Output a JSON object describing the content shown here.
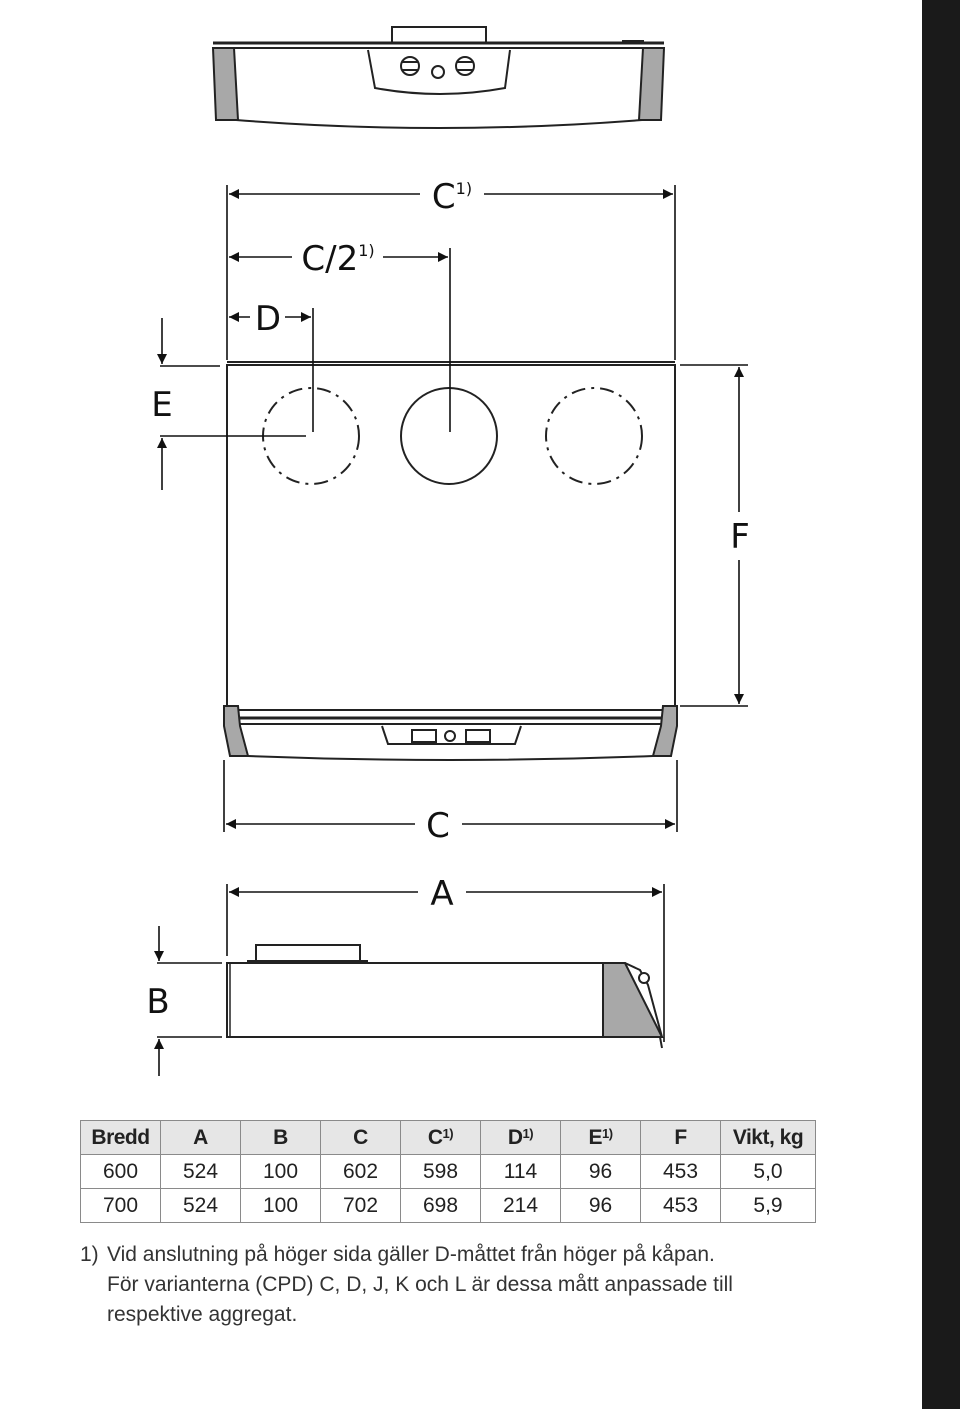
{
  "dimensions": {
    "c_super": "C",
    "c_super_sup": "1)",
    "c_half": "C/2",
    "c_half_sup": "1)",
    "d": "D",
    "e": "E",
    "f": "F",
    "c": "C",
    "a": "A",
    "b": "B"
  },
  "table": {
    "headers": [
      {
        "main": "Bredd",
        "sup": ""
      },
      {
        "main": "A",
        "sup": ""
      },
      {
        "main": "B",
        "sup": ""
      },
      {
        "main": "C",
        "sup": ""
      },
      {
        "main": "C",
        "sup": "1)"
      },
      {
        "main": "D",
        "sup": "1)"
      },
      {
        "main": "E",
        "sup": "1)"
      },
      {
        "main": "F",
        "sup": ""
      },
      {
        "main": "Vikt, kg",
        "sup": ""
      }
    ],
    "rows": [
      [
        "600",
        "524",
        "100",
        "602",
        "598",
        "114",
        "96",
        "453",
        "5,0"
      ],
      [
        "700",
        "524",
        "100",
        "702",
        "698",
        "214",
        "96",
        "453",
        "5,9"
      ]
    ]
  },
  "notes": {
    "marker": "1)",
    "line1": "Vid anslutning på höger sida gäller D-måttet från höger på kåpan.",
    "line2": "För varianterna (CPD) C, D, J, K och L är dessa mått anpassade till respektive aggregat."
  },
  "colors": {
    "header_bg": "#e6e6e6",
    "side_grey": "#a8a8a8",
    "right_bar": "#1a1a1a"
  }
}
